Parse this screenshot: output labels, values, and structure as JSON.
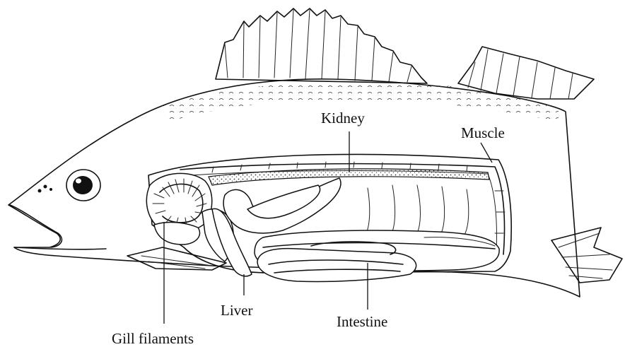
{
  "labels": {
    "kidney": "Kidney",
    "muscle": "Muscle",
    "liver": "Liver",
    "intestine": "Intestine",
    "gill_filaments": "Gill filaments"
  },
  "colors": {
    "ink": "#111111",
    "background": "#ffffff",
    "kidney_fill": "#9a9a9a"
  }
}
